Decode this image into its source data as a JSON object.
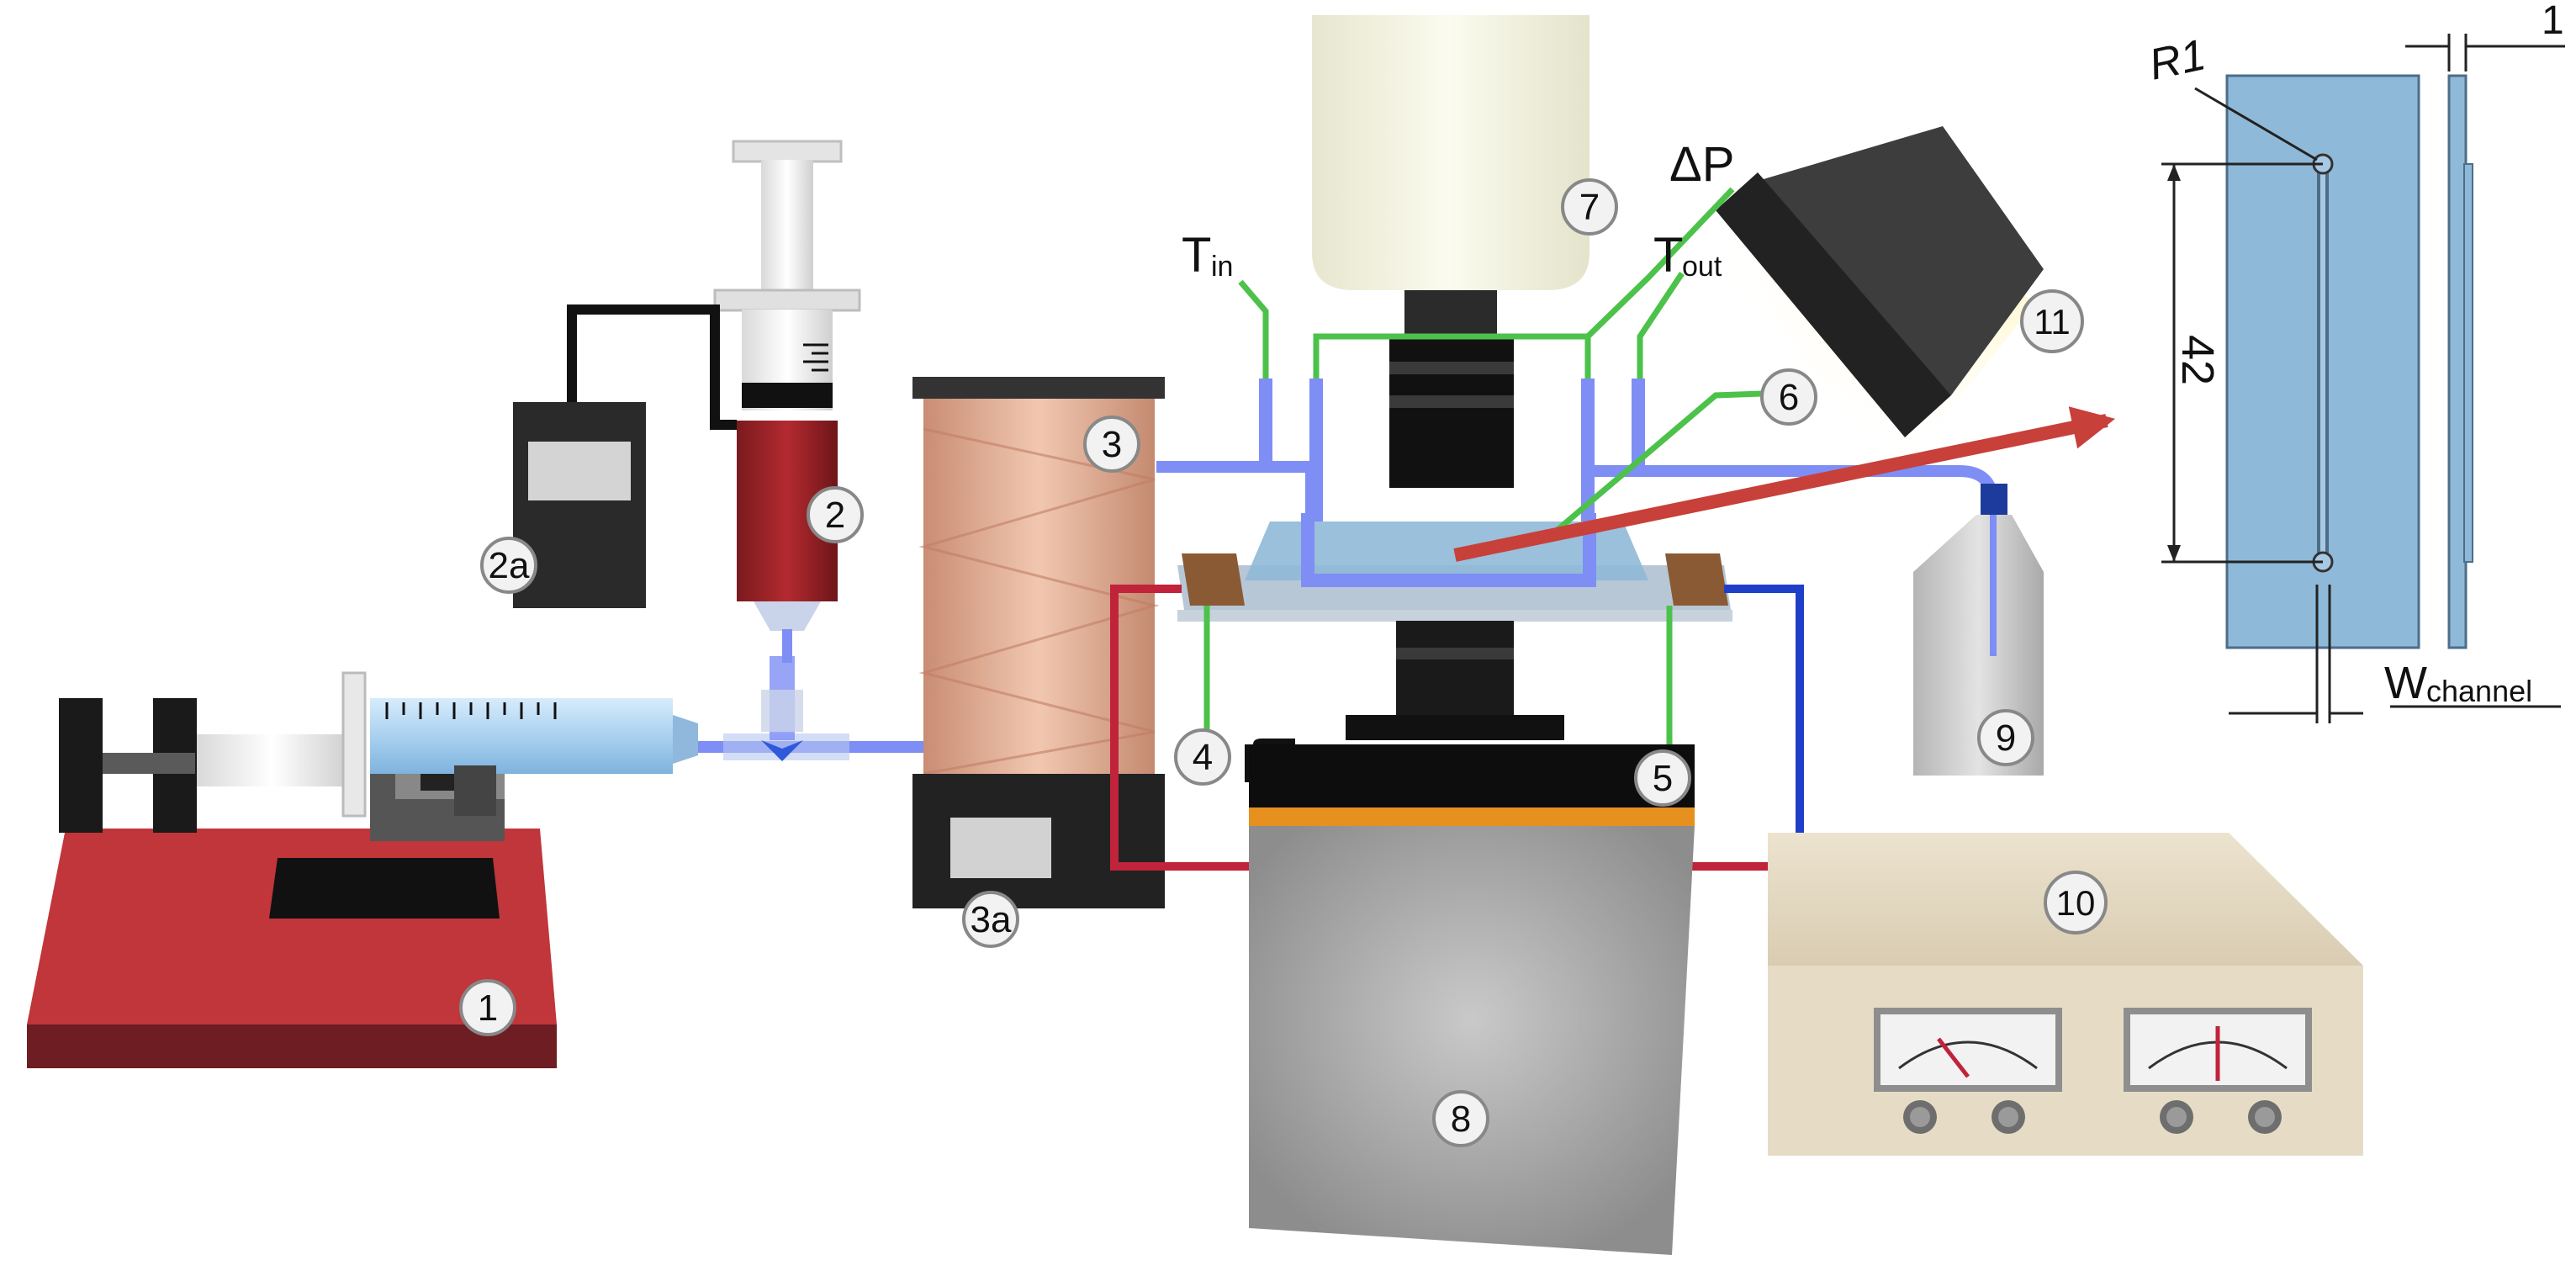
{
  "labels": {
    "pump": "1",
    "syringe": "2",
    "syringe_heater_ctrl": "2a",
    "heater": "3",
    "heater_ctrl": "3a",
    "thermocouple_left": "4",
    "thermocouple_right": "5",
    "microchannel": "6",
    "pressure_line": "7",
    "microscope": "8",
    "waste_bottle": "9",
    "power_supply": "10",
    "camera": "11"
  },
  "sensors": {
    "t_in": "T",
    "t_in_sub": "in",
    "t_out": "T",
    "t_out_sub": "out",
    "delta_p": "ΔP"
  },
  "dimensions": {
    "radius": "R1",
    "length": "42",
    "thickness": "1",
    "width": "W",
    "width_sub": "channel"
  },
  "colors": {
    "pump_red": "#c0363a",
    "tubing_blue": "#7e8ef5",
    "wire_green": "#4cc24a",
    "wire_red": "#c0233a",
    "wire_blue": "#1f3fc8",
    "chip_blue": "#8fb9d8",
    "arrow_red": "#c8403a"
  }
}
